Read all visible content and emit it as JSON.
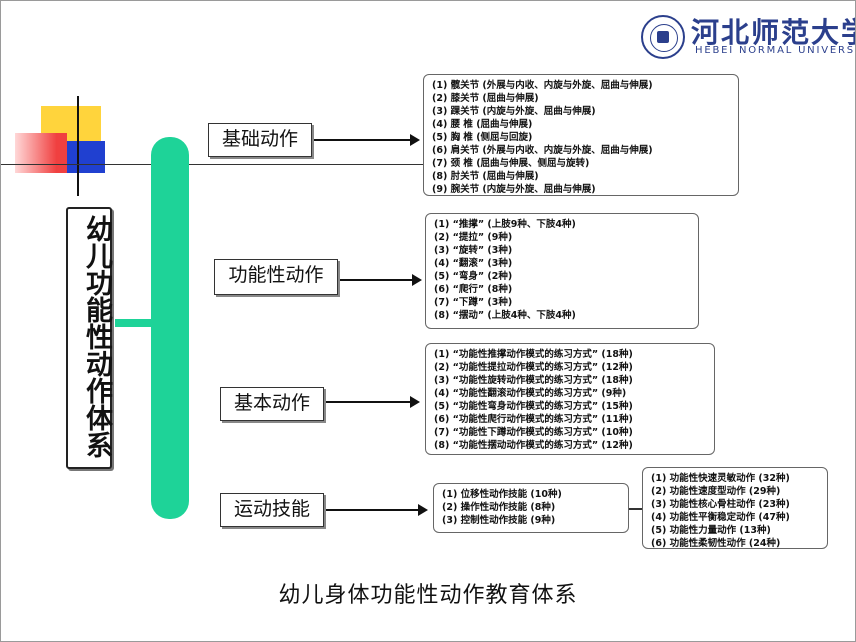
{
  "logo": {
    "name_cn": "河北师范大学",
    "name_en": "HEBEI NORMAL UNIVERSITY"
  },
  "root": {
    "label": "幼儿功能性动作体系"
  },
  "categories": [
    {
      "label": "基础动作",
      "items": [
        "(1) 髋关节 (外展与内收、内旋与外旋、屈曲与伸展)",
        "(2) 膝关节 (屈曲与伸展)",
        "(3) 踝关节 (内旋与外旋、屈曲与伸展)",
        "(4) 腰    椎 (屈曲与伸展)",
        "(5) 胸    椎 (侧屈与回旋)",
        "(6) 肩关节 (外展与内收、内旋与外旋、屈曲与伸展)",
        "(7) 颈    椎 (屈曲与伸展、侧屈与旋转)",
        "(8) 肘关节 (屈曲与伸展)",
        "(9) 腕关节 (内旋与外旋、屈曲与伸展)"
      ]
    },
    {
      "label": "功能性动作",
      "items": [
        "(1) “推撑” (上肢9种、下肢4种)",
        "(2) “提拉” (9种)",
        "(3) “旋转” (3种)",
        "(4) “翻滚” (3种)",
        "(5) “弯身” (2种)",
        "(6) “爬行” (8种)",
        "(7) “下蹲” (3种)",
        "(8) “摆动” (上肢4种、下肢4种)"
      ]
    },
    {
      "label": "基本动作",
      "items": [
        "(1) “功能性推撑动作模式的练习方式” (18种)",
        "(2) “功能性提拉动作模式的练习方式” (12种)",
        "(3) “功能性旋转动作模式的练习方式” (18种)",
        "(4) “功能性翻滚动作模式的练习方式” (9种)",
        "(5) “功能性弯身动作模式的练习方式” (15种)",
        "(6) “功能性爬行动作模式的练习方式” (11种)",
        "(7) “功能性下蹲动作模式的练习方式” (10种)",
        "(8) “功能性摆动动作模式的练习方式” (12种)"
      ]
    },
    {
      "label": "运动技能",
      "items": [
        "(1) 位移性动作技能 (10种)",
        "(2) 操作性动作技能 (8种)",
        "(3) 控制性动作技能 (9种)"
      ],
      "sub_items": [
        "(1) 功能性快速灵敏动作 (32种)",
        "(2) 功能性速度型动作     (29种)",
        "(3) 功能性核心骨柱动作 (23种)",
        "(4) 功能性平衡稳定动作 (47种)",
        "(5) 功能性力量动作         (13种)",
        "(6) 功能性柔韧性动作     (24种)"
      ]
    }
  ],
  "caption": "幼儿身体功能性动作教育体系",
  "colors": {
    "accent_green": "#1ed398",
    "logo_blue": "#2b3f8c",
    "deco_yellow": "#ffd43c",
    "deco_red": "#f04040",
    "deco_blue": "#2040d0"
  }
}
